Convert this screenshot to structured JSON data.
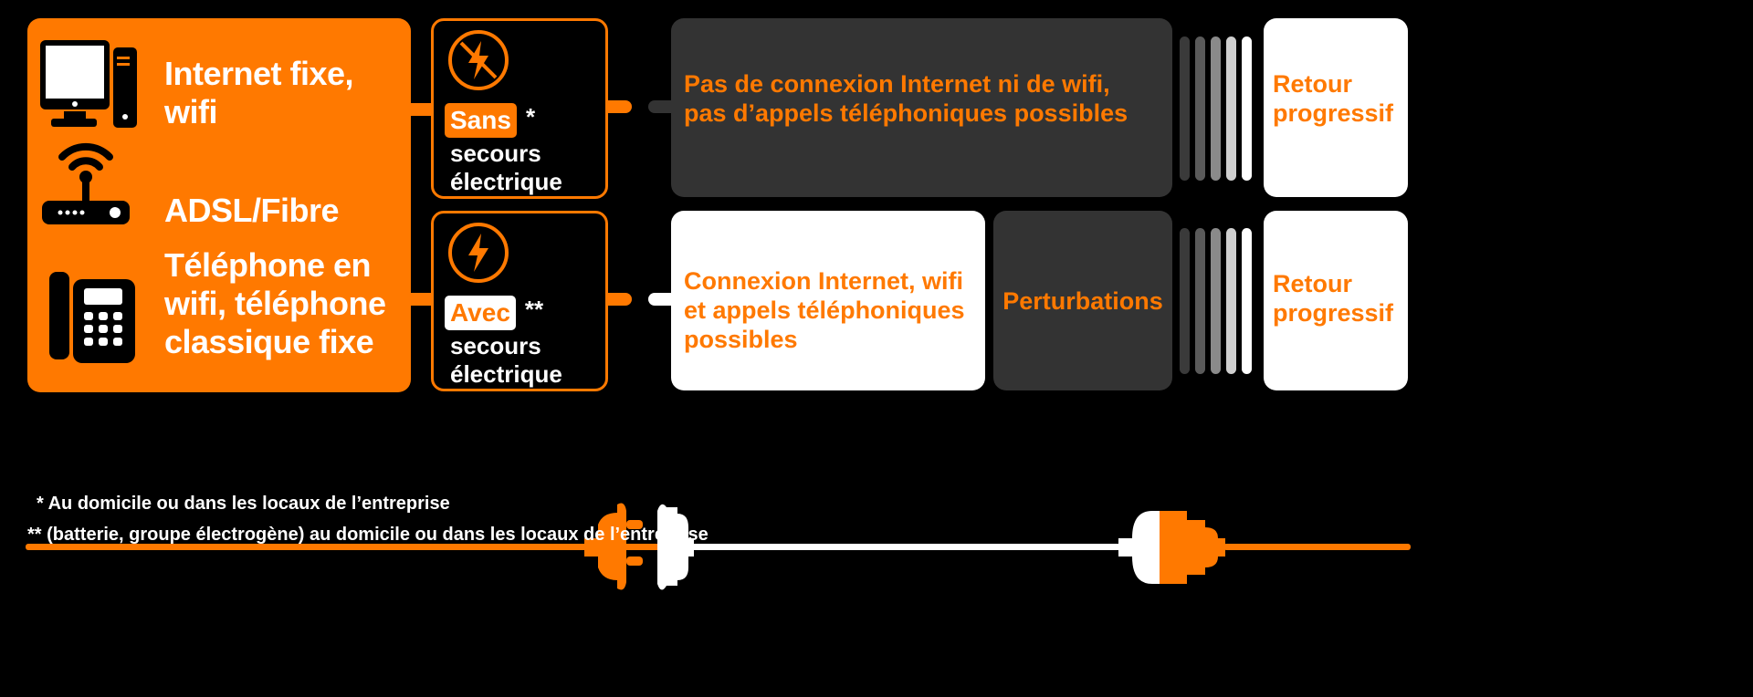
{
  "left_panel": {
    "internet": "Internet fixe, wifi",
    "adsl": "ADSL/Fibre",
    "phone": "Téléphone en wifi, téléphone classique fixe"
  },
  "rows": [
    {
      "tag": "Sans",
      "asterisk": "*",
      "subtitle": "secours électrique",
      "status": "Pas de connexion Internet ni de wifi, pas d’appels téléphoniques possibles",
      "return": "Retour progressif"
    },
    {
      "tag": "Avec",
      "asterisk": "**",
      "subtitle": "secours électrique",
      "status": "Connexion Internet, wifi et appels téléphoniques possibles",
      "disturbance": "Perturbations",
      "return": "Retour progressif"
    }
  ],
  "footnotes": [
    "*   Au domicile ou dans les locaux de l’entreprise",
    "** (batterie, groupe électrogène) au domicile ou dans les locaux de l’entreprise"
  ],
  "colors": {
    "orange": "#ff7900",
    "dark": "#333333",
    "white": "#ffffff"
  }
}
